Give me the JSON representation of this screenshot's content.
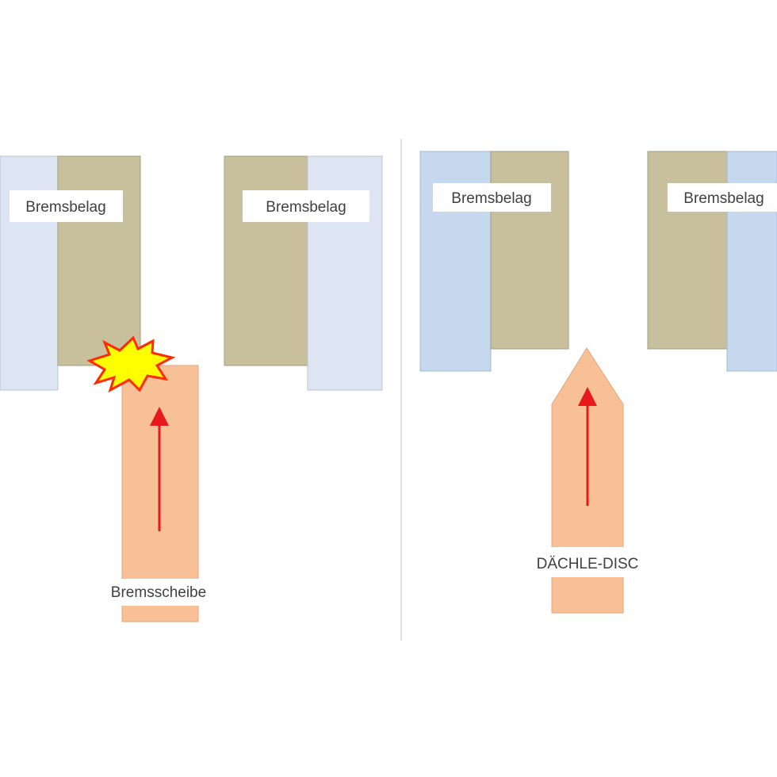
{
  "left_panel": {
    "pad_left_label": "Bremsbelag",
    "pad_right_label": "Bremsbelag",
    "disc_label": "Bremsscheibe"
  },
  "right_panel": {
    "pad_left_label": "Bremsbelag",
    "pad_right_label": "Bremsbelag",
    "disc_label": "DÄCHLE-DISC"
  },
  "colors": {
    "pad_friction": "#c8bf9d",
    "pad_backplate_left_panel": "#dce5f1",
    "pad_backplate_right_panel": "#c6d8ee",
    "disc": "#f7c096",
    "arrow": "#e8191b",
    "impact_fill": "#ffff00",
    "impact_stroke": "#ff2a00",
    "divider": "#d9d9d9"
  },
  "icons": {
    "impact": "collision-burst-icon",
    "motion": "arrow-up-icon"
  }
}
